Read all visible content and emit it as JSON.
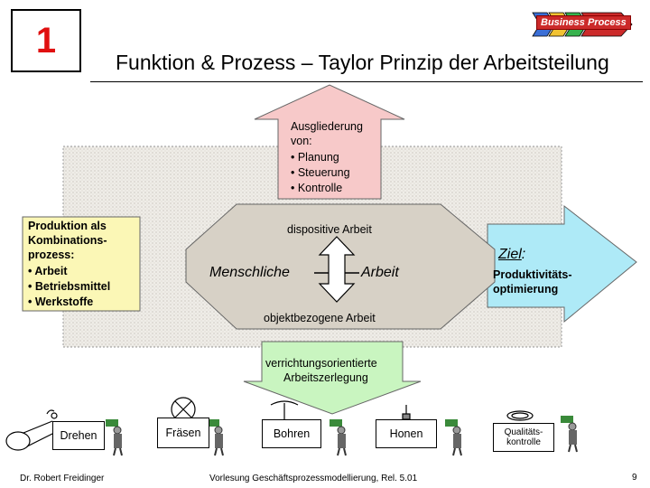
{
  "header": {
    "slide_number": "1",
    "title": "Funktion & Prozess – Taylor Prinzip der Arbeitsteilung",
    "badge": "Business Process"
  },
  "diagram": {
    "top_arrow": {
      "heading": "Ausgliederung von:",
      "items": [
        "• Planung",
        "• Steuerung",
        "• Kontrolle"
      ]
    },
    "left_box": {
      "lines": [
        "Produktion als",
        "Kombinations-",
        "prozess:",
        "• Arbeit",
        "• Betriebsmittel",
        "• Werkstoffe"
      ]
    },
    "center": {
      "top_label": "dispositive Arbeit",
      "left_word": "Menschliche",
      "right_word": "Arbeit",
      "bottom_label": "objektbezogene Arbeit"
    },
    "right_arrow": {
      "goal_label": "Ziel",
      "goal_suffix": ":",
      "lines": [
        "Produktivitäts-",
        "optimierung"
      ]
    },
    "bottom_arrow": {
      "lines": [
        "verrichtungsorientierte",
        "Arbeitszerlegung"
      ]
    },
    "process_steps": [
      "Drehen",
      "Fräsen",
      "Bohren",
      "Honen"
    ],
    "quality_step": [
      "Qualitäts-",
      "kontrolle"
    ]
  },
  "footer": {
    "author": "Dr. Robert Freidinger",
    "lecture": "Vorlesung Geschäftsprozessmodellierung, Rel. 5.01",
    "page": "9"
  },
  "colors": {
    "accent_red": "#e01010",
    "pink_arrow": "#f7c9c9",
    "yellow_box": "#fbf7b6",
    "blue_arrow": "#aeeaf7",
    "green_arrow": "#c9f5c0",
    "octagon": "#d7d1c6"
  }
}
